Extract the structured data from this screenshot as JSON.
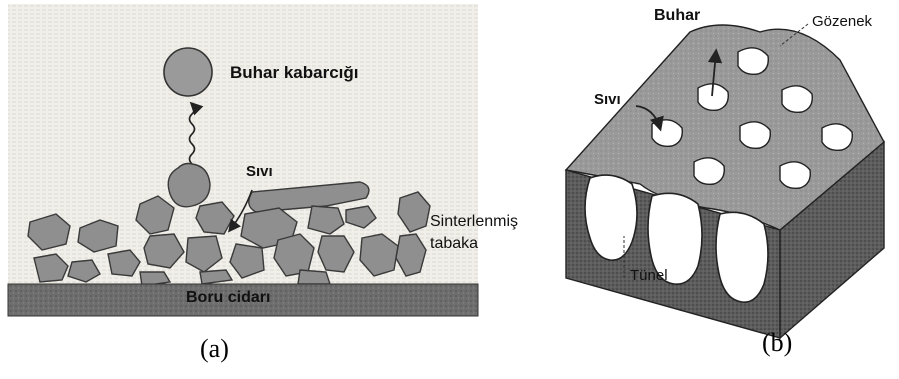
{
  "figure_a": {
    "labels": {
      "bubble": "Buhar kabarcığı",
      "liquid": "Sıvı",
      "sintered_line1": "Sinterlenmiş",
      "sintered_line2": "tabaka",
      "wall": "Boru cidarı"
    },
    "caption": "(a)"
  },
  "figure_b": {
    "labels": {
      "vapor": "Buhar",
      "pore": "Gözenek",
      "liquid": "Sıvı",
      "tunnel": "Tünel"
    },
    "caption": "(b)"
  },
  "colors": {
    "particle_fill": "#8f8f8f",
    "particle_stroke": "#3a3a3a",
    "wall_fill": "#6e6e6e",
    "background_a": "#f1efe9",
    "surface_b": "#9a9a9a",
    "side_b": "#5d5d5d",
    "pore_fill": "#ffffff"
  }
}
